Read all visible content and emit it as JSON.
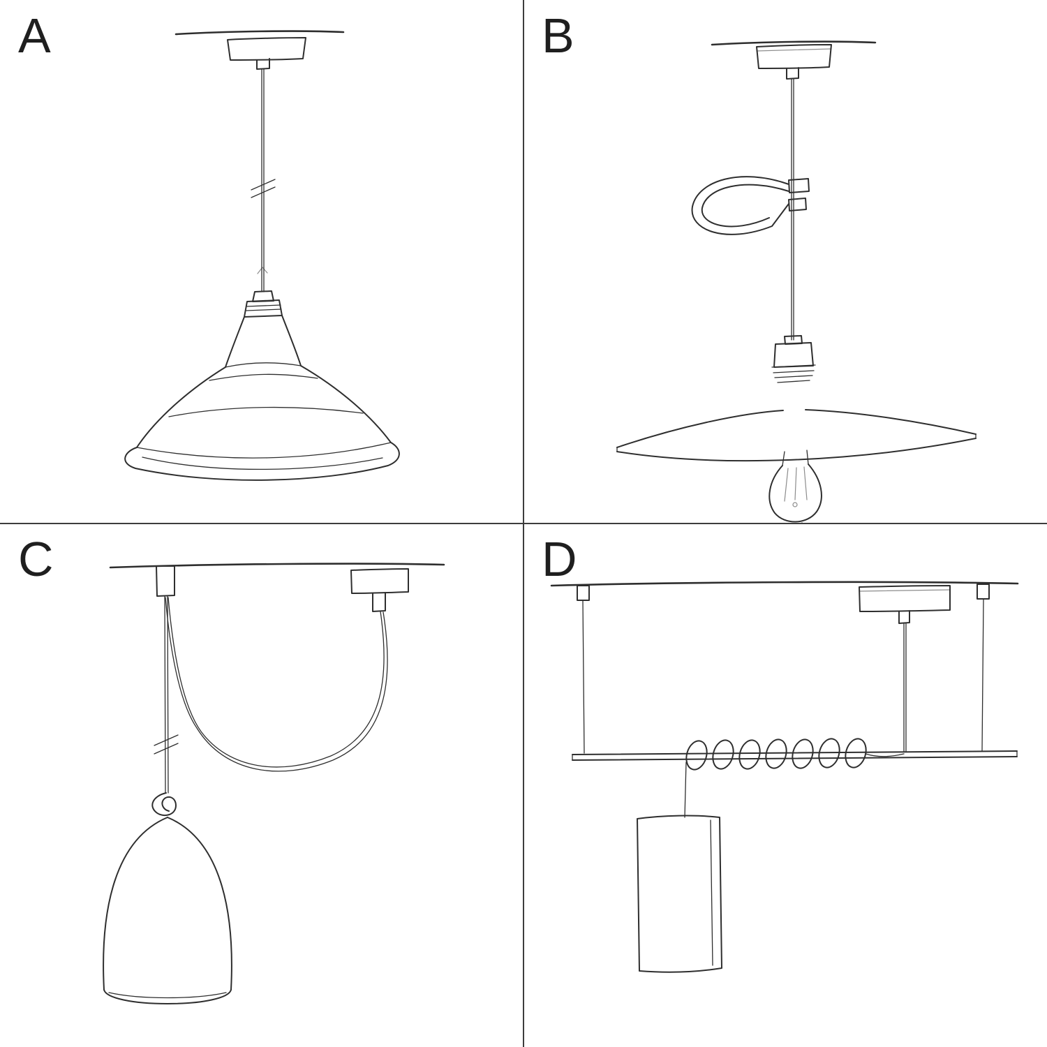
{
  "page": {
    "background": "#ffffff",
    "ink_color": "#2e2e2e",
    "divider_color": "#3c3c3c",
    "label_color": "#1f1f1f"
  },
  "panels": [
    {
      "label": "A",
      "name": "pendant-with-industrial-shade-sketch"
    },
    {
      "label": "B",
      "name": "pendant-with-plate-shade-and-cable-clip-sketch"
    },
    {
      "label": "C",
      "name": "swag-pendant-with-bell-shade-sketch"
    },
    {
      "label": "D",
      "name": "pendant-on-suspended-bar-with-tube-shade-sketch"
    }
  ]
}
